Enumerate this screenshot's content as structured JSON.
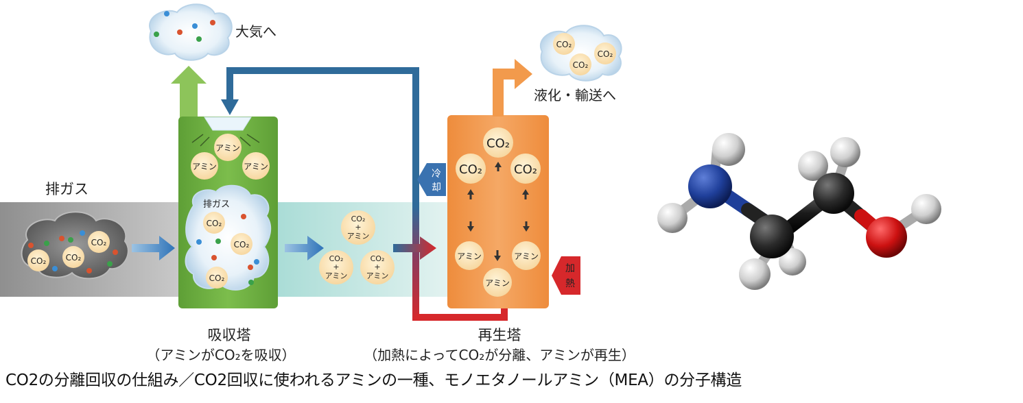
{
  "labels": {
    "to_atmosphere": "大気へ",
    "to_liquefaction": "液化・輸送へ",
    "exhaust_gas": "排ガス",
    "exhaust_gas_inner": "排ガス",
    "cooling_top": "冷",
    "cooling_bottom": "却",
    "heating_top": "加",
    "heating_bottom": "熱",
    "absorber_title": "吸収塔",
    "absorber_sub": "（アミンがCO₂を吸収）",
    "regenerator_title": "再生塔",
    "regenerator_sub": "（加熱によってCO₂が分離、アミンが再生）",
    "amine": "アミン",
    "co2": "CO₂",
    "plus": "+"
  },
  "caption": "CO2の分離回収の仕組み／CO2回収に使われるアミンの一種、モノエタノールアミン（MEA）の分子構造",
  "colors": {
    "absorber_green": "#6fb043",
    "regenerator_orange": "#f09a4f",
    "pipe_blue": "#2f6b9a",
    "pipe_red": "#d6282b",
    "flow_teal": "#bfe4e0",
    "exhaust_gray": "#9c9c9c",
    "molecule_nitrogen": "#1f3f9a",
    "molecule_oxygen": "#cc1111",
    "molecule_carbon": "#2a2a2a",
    "molecule_hydrogen": "#e6e6e6"
  }
}
